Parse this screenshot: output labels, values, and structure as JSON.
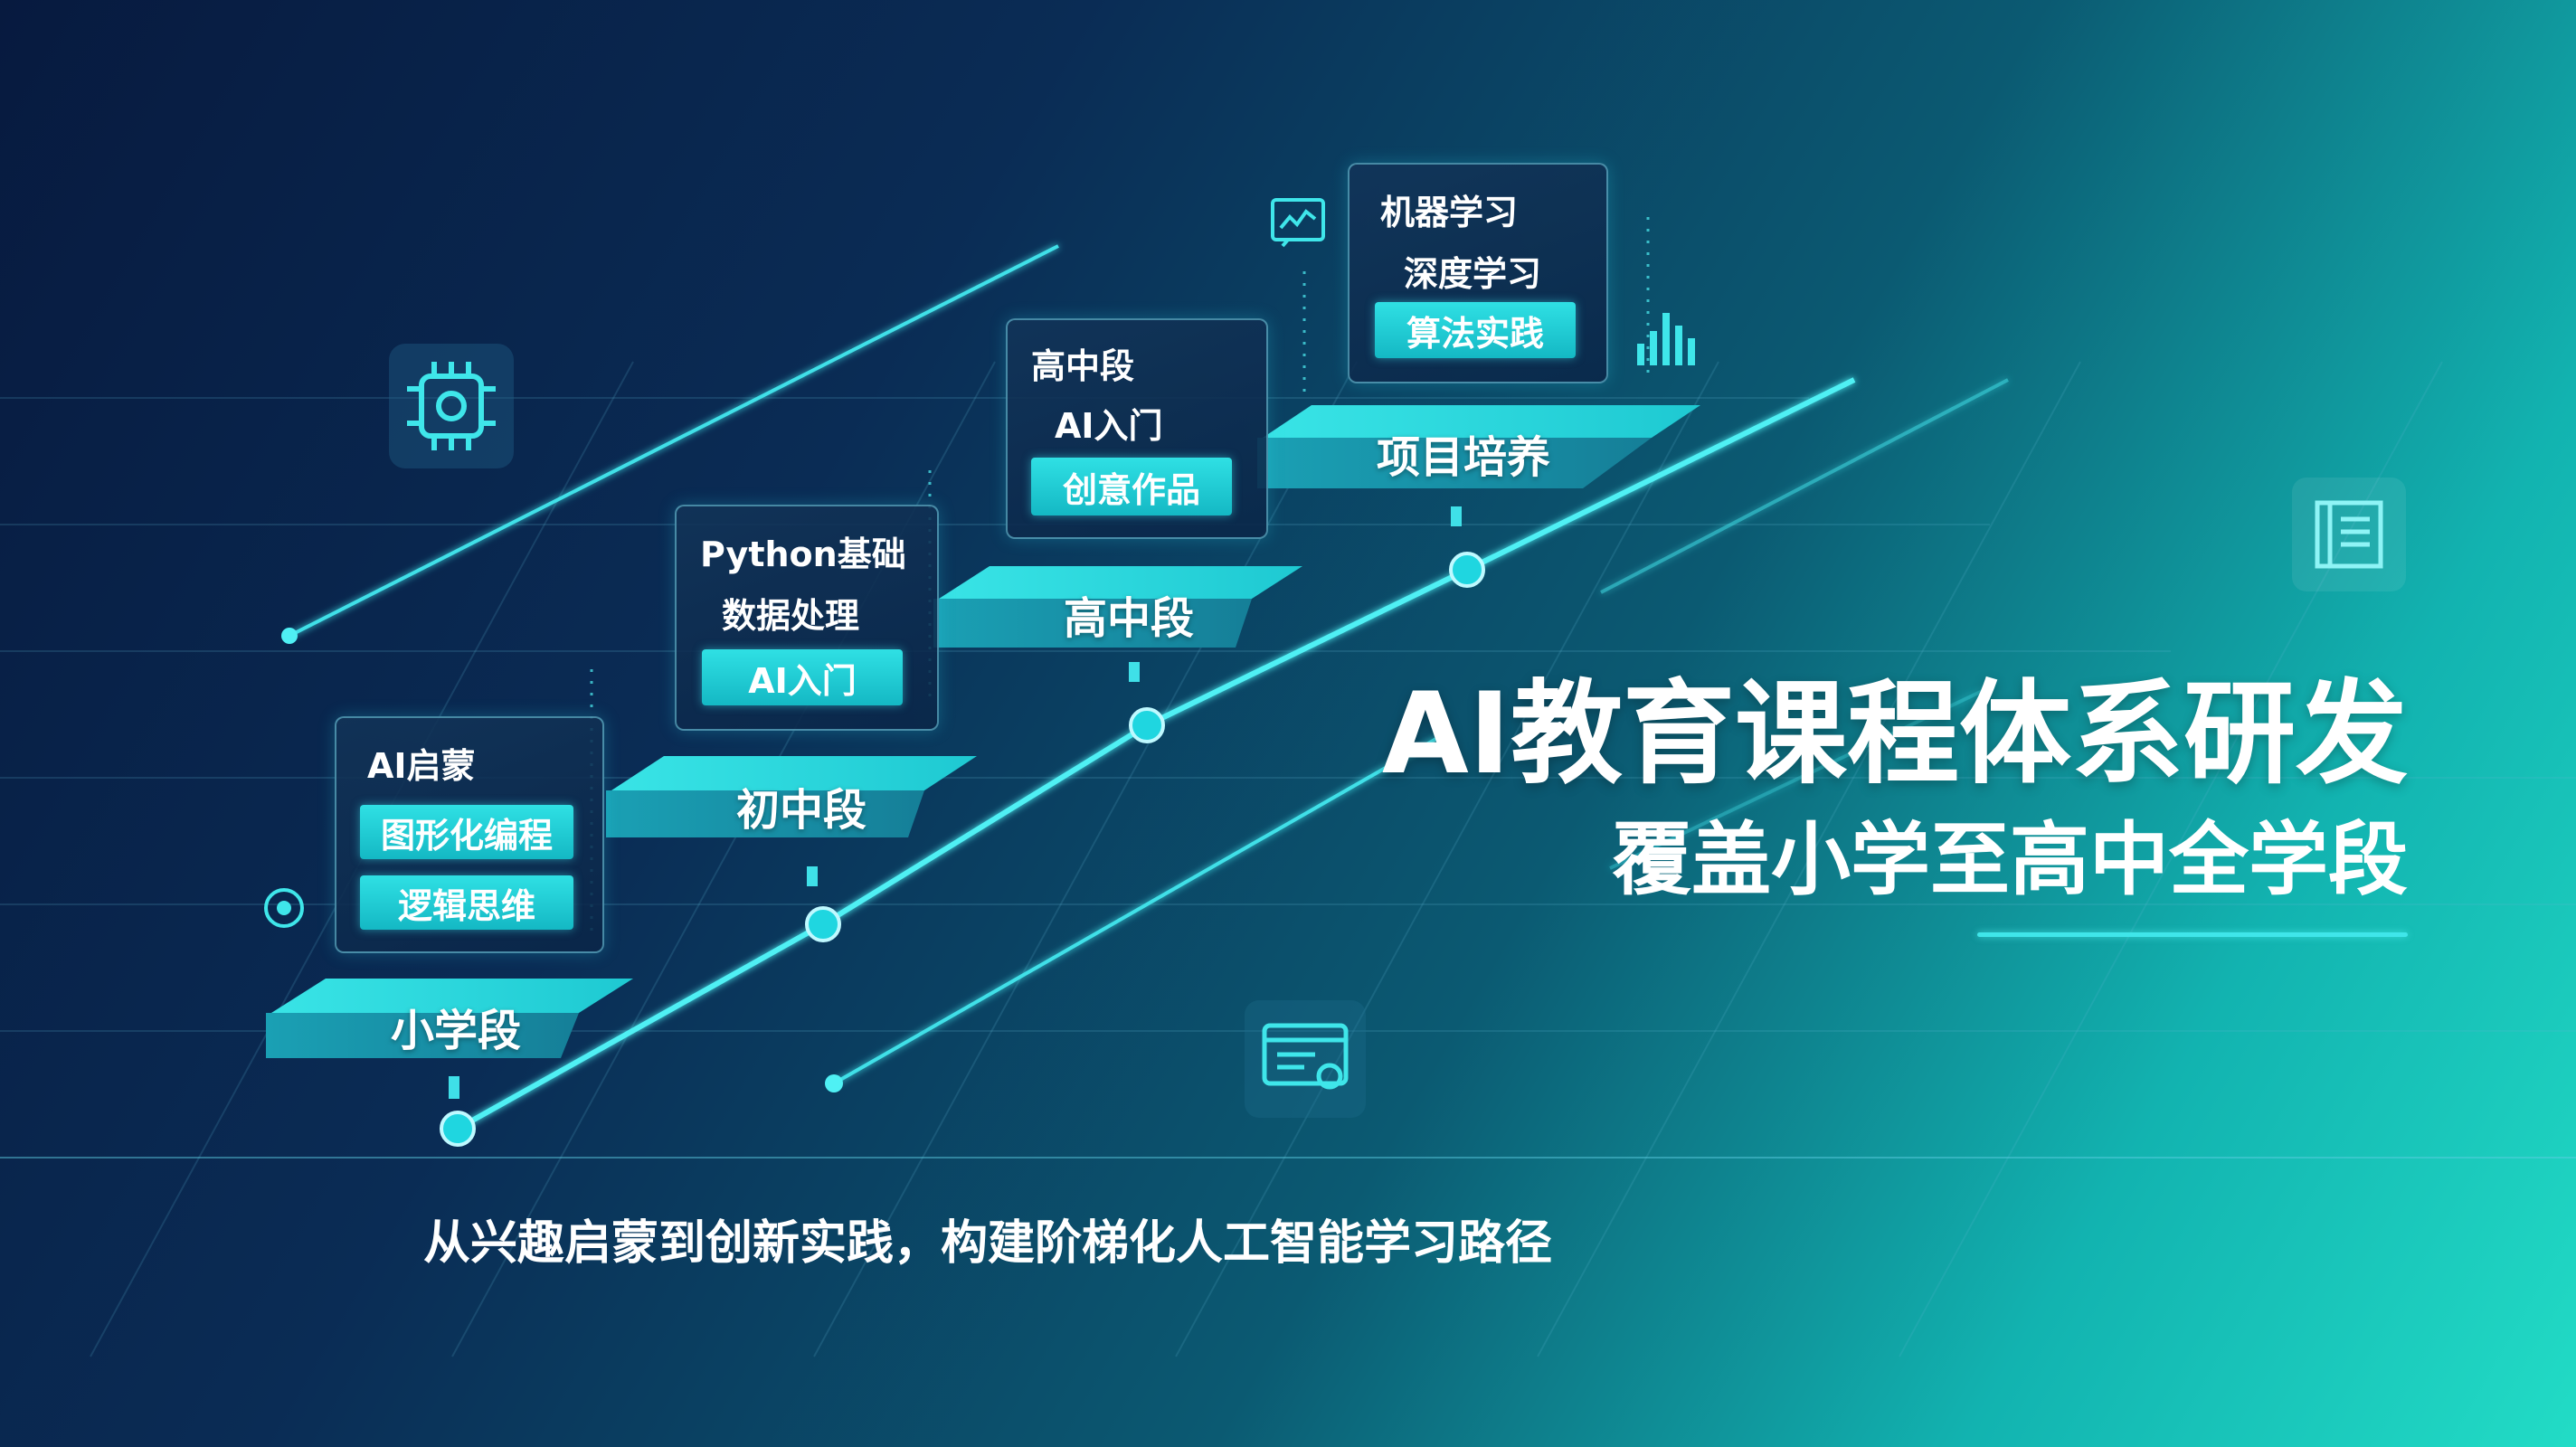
{
  "title": "AI教育课程体系研发",
  "subtitle": "覆盖小学至高中全学段",
  "tagline": "从兴趣启蒙到创新实践，构建阶梯化人工智能学习路径",
  "colors": {
    "accent": "#2fe0e4",
    "background_dark": "#071a3f",
    "background_light": "#22dcc6"
  },
  "steps": [
    {
      "label": "小学段"
    },
    {
      "label": "初中段"
    },
    {
      "label": "高中段"
    },
    {
      "label": "项目培养"
    }
  ],
  "cards": [
    {
      "lines": [
        "AI启蒙"
      ],
      "chips": [
        "图形化编程",
        "逻辑思维"
      ]
    },
    {
      "lines": [
        "Python基础",
        "数据处理"
      ],
      "chips": [
        "AI入门"
      ]
    },
    {
      "lines": [
        "高中段",
        "AI入门"
      ],
      "chips": [
        "创意作品"
      ]
    },
    {
      "lines": [
        "机器学习",
        "深度学习"
      ],
      "chips": [
        "算法实践"
      ]
    }
  ],
  "icons": [
    "chip-icon",
    "target-icon",
    "line-chart-icon",
    "bar-chart-icon",
    "book-icon",
    "monitor-icon"
  ]
}
